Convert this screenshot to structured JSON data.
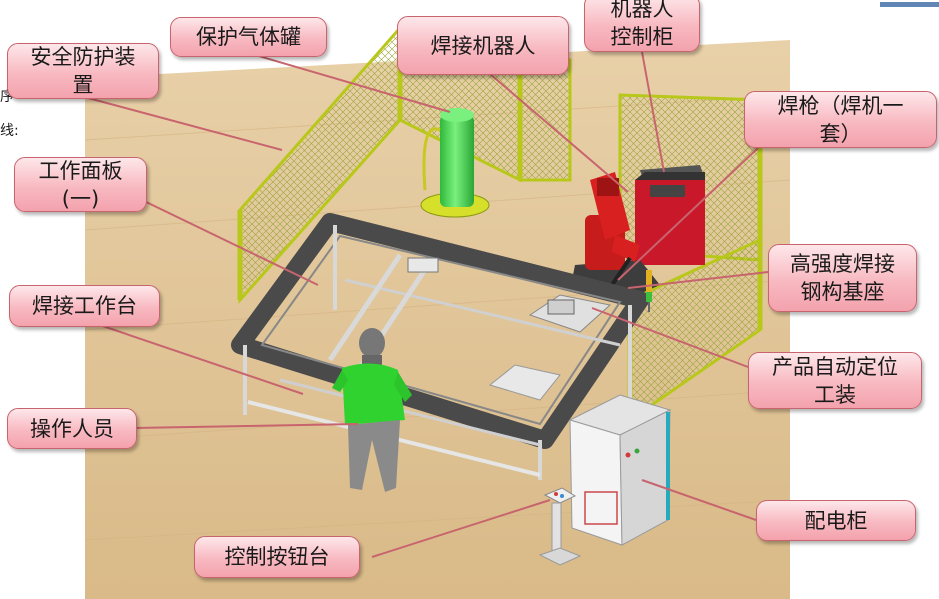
{
  "labels": {
    "safety_guard": "安全防护装\n置",
    "gas_tank": "保护气体罐",
    "welding_robot": "焊接机器人",
    "robot_cabinet": "机器人\n控制柜",
    "welding_gun": "焊枪（焊机一\n套）",
    "work_panel": "工作面板\n(一)",
    "steel_base": "高强度焊接\n钢构基座",
    "welding_table": "焊接工作台",
    "positioning_fixture": "产品自动定位\n工装",
    "operator": "操作人员",
    "power_cabinet": "配电柜",
    "button_console": "控制按钮台"
  },
  "edge_fragments": {
    "line1": "序",
    "line2": "线:"
  },
  "colors": {
    "callout_fill": "#f7b4bd",
    "callout_border": "#c8646e",
    "floor": "#e3c79c",
    "fence": "#b8c81a",
    "robot": "#d42020",
    "operator_shirt": "#2bd12b",
    "gas_tank": "#55e060",
    "frame": "#505050",
    "cabinet": "#f0f0f0"
  }
}
